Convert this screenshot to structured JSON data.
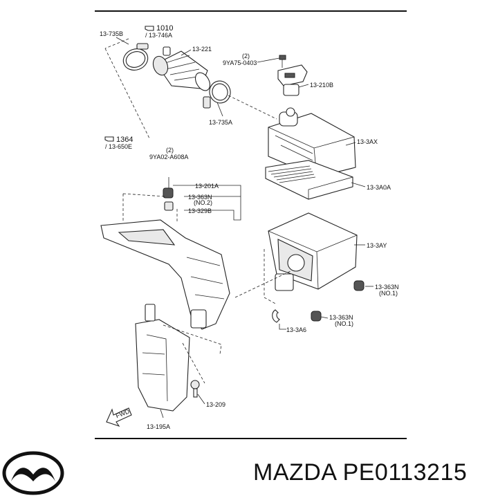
{
  "footer": {
    "brand": "MAZDA",
    "part_number": "PE0113215"
  },
  "labels": {
    "clamp_top": "13-735B",
    "ref_1010": "1010",
    "ref_1010_sub": "/ 13-746A",
    "duct_hose": "13-221",
    "bolt_qty": "(2)",
    "bolt": "9YA75-0403",
    "sensor": "13-210B",
    "clamp_lower": "13-735A",
    "ref_1364": "1364",
    "ref_1364_sub": "/ 13-650E",
    "screw_qty": "(2)",
    "screw": "9YA02-A608A",
    "cover": "13-3AX",
    "filter": "13-3A0A",
    "resonator": "13-201A",
    "insul_mid": "13-363N",
    "insul_mid_note": "(NO.2)",
    "insul_base": "13-329B",
    "case": "13-3AY",
    "insul_right": "13-363N",
    "insul_right_note": "(NO.1)",
    "insul_bottom": "13-363N",
    "insul_bottom_note": "(NO.1)",
    "clip": "13-3A6",
    "bolt_lower": "13-209",
    "guide": "13-195A",
    "fwd": "FWD"
  },
  "colors": {
    "line": "#222222",
    "text": "#111111"
  },
  "icons": {
    "logo": "mazda-logo-icon",
    "pointer": "pointer-hand-icon"
  }
}
